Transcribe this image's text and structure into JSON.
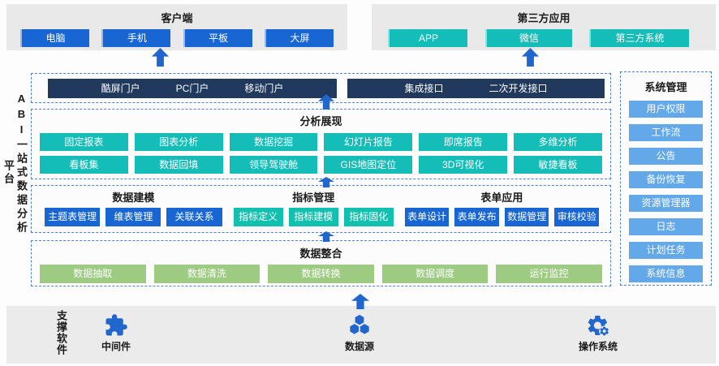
{
  "colors": {
    "primary_blue": "#1766d3",
    "teal": "#15bdb8",
    "navy_bar": "#21395c",
    "light_blue": "#63a8e8",
    "green": "#9ecb82",
    "icon_arrow_blue": "#2066cc",
    "dashed_border_blue": "#4a82d8",
    "panel_gray": "#e9e9e9"
  },
  "client_panel": {
    "title": "客户端",
    "items": [
      "电脑",
      "手机",
      "平板",
      "大屏"
    ]
  },
  "third_party_panel": {
    "title": "第三方应用",
    "items": [
      "APP",
      "微信",
      "第三方系统"
    ]
  },
  "platform": {
    "side_label_main": "ABI一站式数据分析",
    "side_label_sub": "平台",
    "portals": {
      "left": [
        "酷屏门户",
        "PC门户",
        "移动门户"
      ],
      "right": [
        "集成接口",
        "二次开发接口"
      ]
    },
    "analysis": {
      "title": "分析展现",
      "row1": [
        "固定报表",
        "图表分析",
        "数据挖掘",
        "幻灯片报告",
        "即席报告",
        "多维分析"
      ],
      "row2": [
        "看板集",
        "数据回填",
        "领导驾驶舱",
        "GIS地图定位",
        "3D可视化",
        "敏捷看板"
      ]
    },
    "modeling": {
      "groups": [
        {
          "title": "数据建模",
          "items": [
            "主题表管理",
            "维表管理",
            "关联关系"
          ]
        },
        {
          "title": "指标管理",
          "items": [
            "指标定义",
            "指标建模",
            "指标固化"
          ]
        },
        {
          "title": "表单应用",
          "items": [
            "表单设计",
            "表单发布",
            "数据管理",
            "审核校验"
          ]
        }
      ]
    },
    "integration": {
      "title": "数据整合",
      "items": [
        "数据抽取",
        "数据清洗",
        "数据转换",
        "数据调度",
        "运行监控"
      ]
    },
    "system": {
      "title": "系统管理",
      "items": [
        "用户权限",
        "工作流",
        "公告",
        "备份恢复",
        "资源管理器",
        "日志",
        "计划任务",
        "系统信息"
      ]
    }
  },
  "support": {
    "side_label": "支撑软件",
    "items": [
      {
        "label": "中间件",
        "icon": "puzzle-icon"
      },
      {
        "label": "数据源",
        "icon": "hexagon-cluster-icon"
      },
      {
        "label": "操作系统",
        "icon": "gears-icon"
      }
    ]
  }
}
